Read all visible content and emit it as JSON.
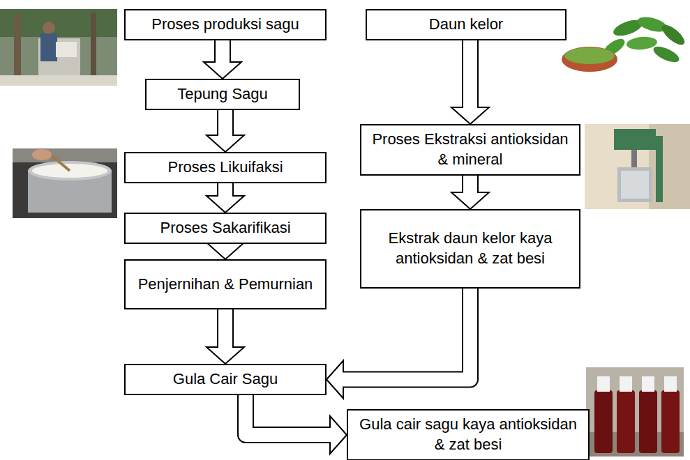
{
  "diagram": {
    "nodes": [
      {
        "text": [
          "Proses produksi sagu"
        ]
      },
      {
        "text": [
          "Tepung Sagu"
        ]
      },
      {
        "text": [
          "Proses Likuifaksi"
        ]
      },
      {
        "text": [
          "Proses Sakarifikasi"
        ]
      },
      {
        "text": [
          "Penjernihan & Pemurnian"
        ]
      },
      {
        "text": [
          "Gula Cair Sagu"
        ]
      },
      {
        "text": [
          "Daun kelor"
        ]
      },
      {
        "text": [
          "Proses Ekstraksi antioksidan & mineral"
        ]
      },
      {
        "text": [
          "Ekstrak daun kelor kaya antioksidan & zat besi"
        ]
      },
      {
        "text": [
          "Gula cair sagu kaya antioksidan & zat besi"
        ]
      }
    ],
    "edges": [
      {
        "from": 0,
        "to": 1,
        "arrow": "to"
      },
      {
        "from": 1,
        "to": 2,
        "arrow": "to"
      },
      {
        "from": 2,
        "to": 3,
        "arrow": "to"
      },
      {
        "from": 3,
        "to": 4,
        "arrow": "to"
      },
      {
        "from": 4,
        "to": 5,
        "arrow": "to"
      },
      {
        "from": 6,
        "to": 7,
        "arrow": "to"
      },
      {
        "from": 7,
        "to": 8,
        "arrow": "to"
      },
      {
        "from": 8,
        "to": 5,
        "arrow": "to"
      },
      {
        "from": 5,
        "to": 9,
        "arrow": "to"
      }
    ]
  }
}
